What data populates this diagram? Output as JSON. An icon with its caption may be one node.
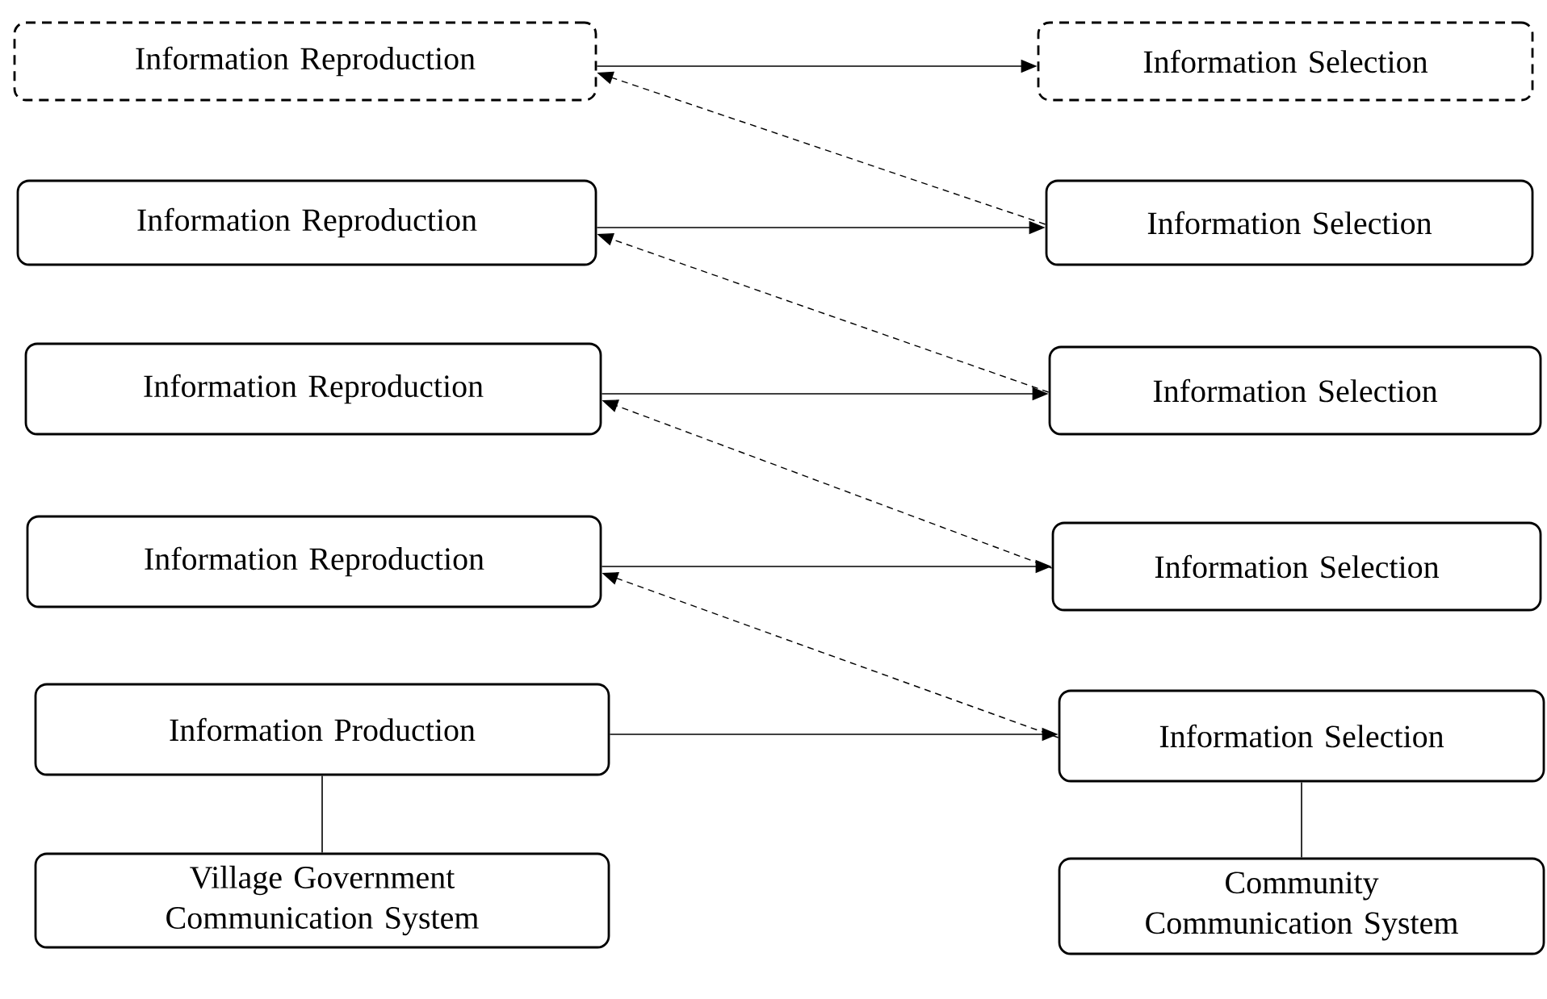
{
  "diagram": {
    "nodes": [
      {
        "text": [
          "Information Reproduction"
        ]
      },
      {
        "text": [
          "Information Selection"
        ]
      },
      {
        "text": [
          "Information Reproduction"
        ]
      },
      {
        "text": [
          "Information Selection"
        ]
      },
      {
        "text": [
          "Information Reproduction"
        ]
      },
      {
        "text": [
          "Information Selection"
        ]
      },
      {
        "text": [
          "Information Reproduction"
        ]
      },
      {
        "text": [
          "Information Selection"
        ]
      },
      {
        "text": [
          "Information Production"
        ]
      },
      {
        "text": [
          "Information Selection"
        ]
      },
      {
        "text": [
          "Village Government Communication System"
        ]
      },
      {
        "text": [
          "Community Communication System"
        ]
      }
    ],
    "edges": [
      {
        "from": 0,
        "to": 1,
        "arrow": "to"
      },
      {
        "from": 3,
        "to": 0,
        "arrow": "to",
        "style": "dashed"
      },
      {
        "from": 2,
        "to": 3,
        "arrow": "to"
      },
      {
        "from": 5,
        "to": 2,
        "arrow": "to",
        "style": "dashed"
      },
      {
        "from": 4,
        "to": 5,
        "arrow": "to"
      },
      {
        "from": 7,
        "to": 4,
        "arrow": "to",
        "style": "dashed"
      },
      {
        "from": 6,
        "to": 7,
        "arrow": "to"
      },
      {
        "from": 9,
        "to": 6,
        "arrow": "to",
        "style": "dashed"
      },
      {
        "from": 8,
        "to": 9,
        "arrow": "to"
      },
      {
        "from": 8,
        "to": 10,
        "arrow": "none"
      },
      {
        "from": 9,
        "to": 11,
        "arrow": "none"
      }
    ]
  }
}
